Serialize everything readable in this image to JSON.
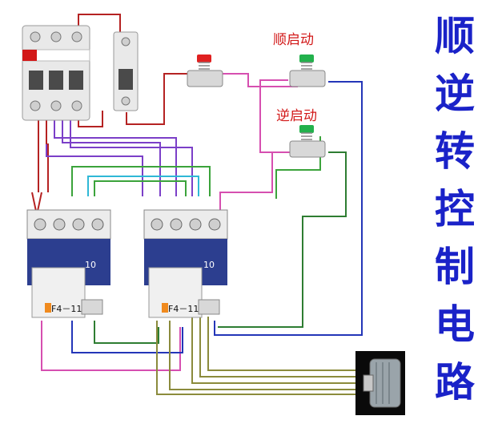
{
  "title_chars": [
    "顺",
    "逆",
    "转",
    "控",
    "制",
    "电",
    "路"
  ],
  "labels": {
    "forward_start": "顺启动",
    "reverse_start": "逆启动",
    "contactor1_num": "10",
    "contactor2_num": "10",
    "overload1_model": "F4－11",
    "overload2_model": "F4－11"
  },
  "colors": {
    "title": "#1a22c8",
    "label": "#d21818",
    "wire_red": "#b52222",
    "wire_pink": "#d64fb0",
    "wire_purple": "#7b3fc8",
    "wire_green": "#3ba33b",
    "wire_cyan": "#2fb8d6",
    "wire_blue": "#2436b8",
    "wire_olive": "#8b8b3c",
    "wire_darkgreen": "#2e7d32",
    "button_red": "#e02020",
    "button_green": "#22b14c",
    "contactor_blue": "#2c3e8f"
  }
}
